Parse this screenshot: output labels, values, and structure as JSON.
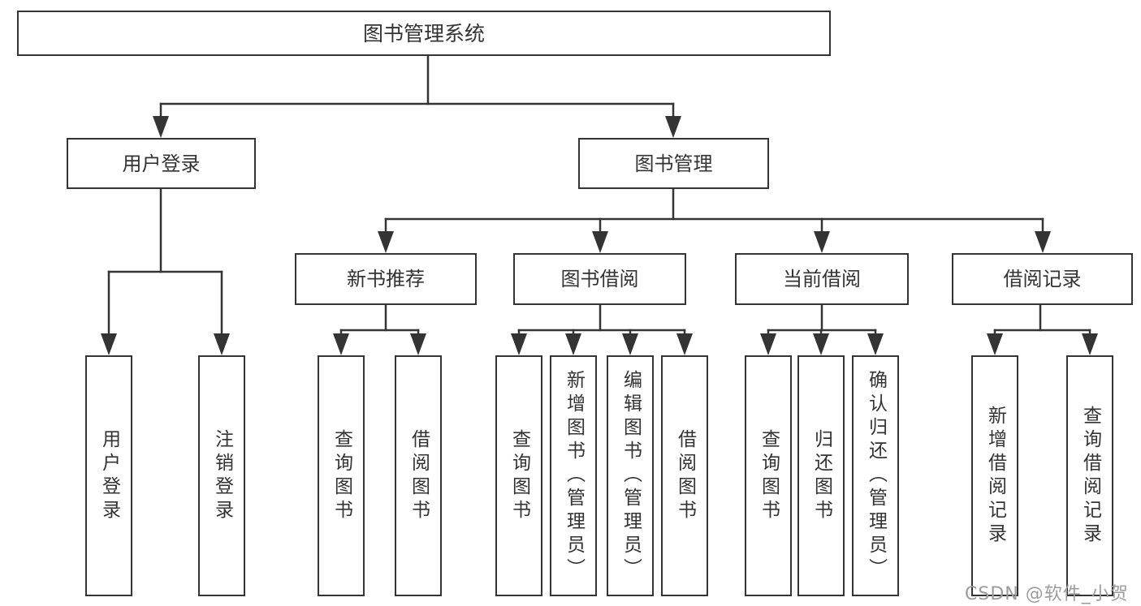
{
  "diagram_title": "图书管理系统",
  "tree": {
    "root": {
      "label": "图书管理系统",
      "children": [
        {
          "label": "用户登录",
          "children": [
            {
              "label": "用户登录"
            },
            {
              "label": "注销登录"
            }
          ]
        },
        {
          "label": "图书管理",
          "children": [
            {
              "label": "新书推荐",
              "children": [
                {
                  "label": "查询图书"
                },
                {
                  "label": "借阅图书"
                }
              ]
            },
            {
              "label": "图书借阅",
              "children": [
                {
                  "label": "查询图书"
                },
                {
                  "label": "新增图书（管理员）"
                },
                {
                  "label": "编辑图书（管理员）"
                },
                {
                  "label": "借阅图书"
                }
              ]
            },
            {
              "label": "当前借阅",
              "children": [
                {
                  "label": "查询图书"
                },
                {
                  "label": "归还图书"
                },
                {
                  "label": "确认归还（管理员）"
                }
              ]
            },
            {
              "label": "借阅记录",
              "children": [
                {
                  "label": "新增借阅记录"
                },
                {
                  "label": "查询借阅记录"
                }
              ]
            }
          ]
        }
      ]
    }
  },
  "watermark": {
    "text": "CSDN @软件_小贺同学"
  },
  "colors": {
    "line": "#343434",
    "text": "#333333",
    "watermark": "#9c9c9c",
    "background": "#ffffff"
  }
}
